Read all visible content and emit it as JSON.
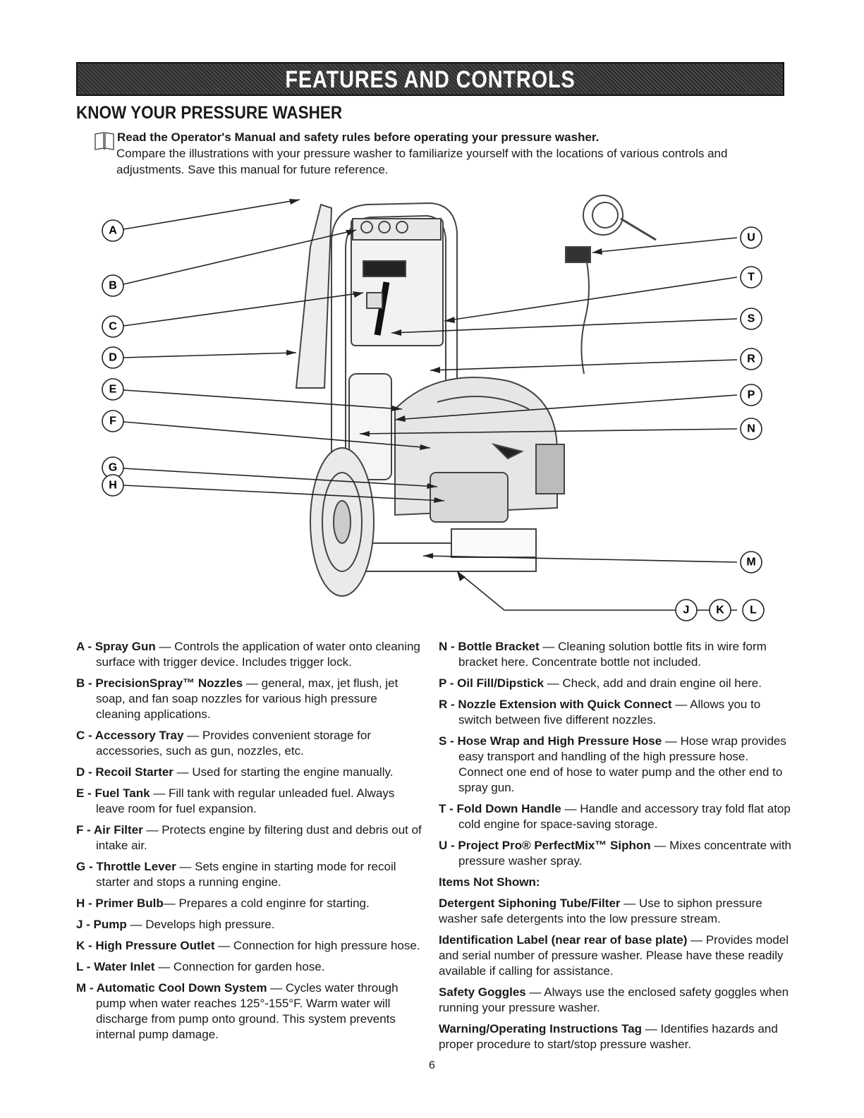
{
  "banner": {
    "title": "FEATURES AND CONTROLS"
  },
  "section": {
    "title": "KNOW YOUR PRESSURE WASHER"
  },
  "intro": {
    "lead": "Read the Operator's Manual and safety rules before operating your pressure washer.",
    "body": "Compare the illustrations with your pressure washer to familiarize yourself with the locations of various controls and adjustments. Save this manual for future reference."
  },
  "callouts": {
    "A": "A",
    "B": "B",
    "C": "C",
    "D": "D",
    "E": "E",
    "F": "F",
    "G": "G",
    "H": "H",
    "U": "U",
    "T": "T",
    "S": "S",
    "R": "R",
    "P": "P",
    "N": "N",
    "M": "M",
    "J": "J",
    "K": "K",
    "L": "L"
  },
  "left_items": [
    {
      "term": "A - Spray Gun",
      "desc": " — Controls the application of water onto cleaning surface with trigger device. Includes trigger lock."
    },
    {
      "term": "B - PrecisionSpray™ Nozzles",
      "desc": " — general, max, jet flush, jet soap, and fan soap nozzles for various high pressure cleaning applications."
    },
    {
      "term": "C - Accessory Tray",
      "desc": " — Provides convenient storage for accessories, such as gun, nozzles, etc."
    },
    {
      "term": "D - Recoil Starter",
      "desc": " — Used for starting the engine manually."
    },
    {
      "term": "E - Fuel Tank",
      "desc": " — Fill tank with regular unleaded fuel. Always leave room for fuel expansion."
    },
    {
      "term": "F - Air Filter",
      "desc": " — Protects engine by filtering dust and debris out of intake air."
    },
    {
      "term": "G - Throttle Lever",
      "desc": " — Sets engine in starting mode for recoil starter and stops a running engine."
    },
    {
      "term": "H - Primer Bulb",
      "desc": "— Prepares a cold enginre for starting."
    },
    {
      "term": "J - Pump",
      "desc": " — Develops high pressure."
    },
    {
      "term": "K - High Pressure Outlet",
      "desc": " — Connection for high pressure hose."
    },
    {
      "term": "L - Water Inlet",
      "desc": " — Connection for garden hose."
    },
    {
      "term": "M - Automatic Cool Down System",
      "desc": " — Cycles water through pump when water reaches 125°-155°F. Warm water will discharge from pump onto ground. This system prevents internal pump damage."
    }
  ],
  "right_items": [
    {
      "term": "N - Bottle Bracket",
      "desc": " — Cleaning solution bottle fits in wire form bracket here. Concentrate bottle not included."
    },
    {
      "term": "P - Oil Fill/Dipstick",
      "desc": " — Check, add and drain engine oil here."
    },
    {
      "term": "R - Nozzle Extension with Quick Connect",
      "desc": " — Allows you to switch between five different nozzles."
    },
    {
      "term": "S - Hose Wrap and High Pressure Hose",
      "desc": " — Hose wrap provides easy transport and handling of the high pressure hose. Connect one end of hose to water pump and the other end to spray gun."
    },
    {
      "term": "T - Fold Down Handle",
      "desc": " — Handle and accessory tray fold flat atop cold engine for space-saving storage."
    },
    {
      "term": "U - Project Pro® PerfectMix™ Siphon",
      "desc": " — Mixes concentrate with pressure washer spray."
    }
  ],
  "not_shown": {
    "heading": "Items Not Shown:",
    "items": [
      {
        "term": "Detergent Siphoning Tube/Filter",
        "desc": " — Use to siphon pressure washer safe detergents into the low pressure stream."
      },
      {
        "term": "Identification Label (near rear of base plate)",
        "desc": " — Provides model and serial number of pressure washer. Please have these readily available if calling for assistance."
      },
      {
        "term": "Safety Goggles",
        "desc": " — Always use the enclosed safety goggles when running your pressure washer."
      },
      {
        "term": "Warning/Operating Instructions Tag",
        "desc": " — Identifies hazards and proper procedure to start/stop pressure washer."
      }
    ]
  },
  "page_number": "6"
}
